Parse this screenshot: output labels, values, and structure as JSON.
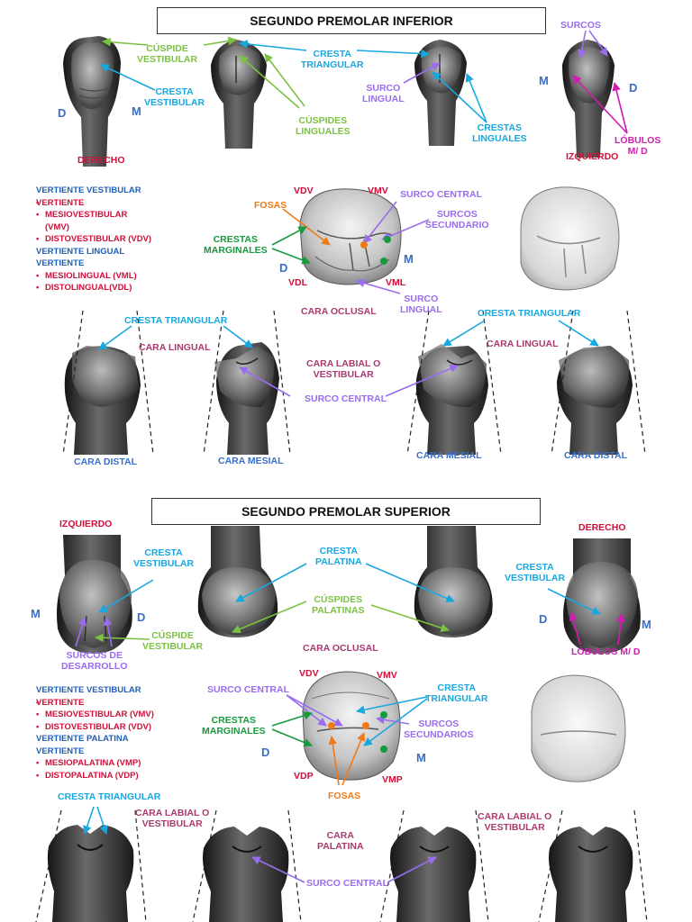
{
  "colors": {
    "blue_label": "#17a8e0",
    "green_label": "#7cc242",
    "purple_label": "#9a6cf0",
    "magenta_label": "#d21cb2",
    "red_label": "#d0103a",
    "orange_label": "#f07a1a",
    "dark_green": "#159a3c",
    "maroon_label": "#a83a6e",
    "axis_blue": "#3a6fc9"
  },
  "inferior": {
    "title": "SEGUNDO PREMOLAR INFERIOR",
    "labels": {
      "cuspide_vestibular": "CÚSPIDE\nVESTIBULAR",
      "cresta_triangular": "CRESTA\nTRIANGULAR",
      "cresta_vestibular": "CRESTA\nVESTIBULAR",
      "cuspides_linguales": "CÚSPIDES\nLINGUALES",
      "surco_lingual": "SURCO\nLINGUAL",
      "crestas_linguales": "CRESTAS\nLINGUALES",
      "surcos": "SURCOS",
      "lobulos": "LÓBULOS\nM/ D",
      "derecho": "DERECHO",
      "izquierdo": "IZQUIERDO",
      "d1": "D",
      "m1": "M",
      "m2": "M",
      "d2": "D",
      "fosas": "FOSAS",
      "vdv": "VDV",
      "vmv": "VMV",
      "surco_central": "SURCO CENTRAL",
      "surcos_secundario": "SURCOS\nSECUNDARIO",
      "crestas_marginales": "CRESTAS\nMARGINALES",
      "d_ocl": "D",
      "m_ocl": "M",
      "vdl": "VDL",
      "vml": "VML",
      "surco_lingual_ocl": "SURCO\nLINGUAL",
      "cara_oclusal": "CARA OCLUSAL",
      "cresta_triangular_left": "CRESTA TRIANGULAR",
      "cresta_triangular_right": "CRESTA TRIANGULAR",
      "cara_lingual_left": "CARA LINGUAL",
      "cara_lingual_right": "CARA LINGUAL",
      "cara_labial": "CARA LABIAL O\nVESTIBULAR",
      "surco_central_row": "SURCO CENTRAL",
      "cara_distal_left": "CARA DISTAL",
      "cara_mesial_left": "CARA MESIAL",
      "cara_mesial_right": "CARA MESIAL",
      "cara_distal_right": "CARA DISTAL"
    },
    "vertientes": {
      "vestibular_heading": "VERTIENTE VESTIBULAR",
      "vestibular_sub": "VERTIENTE",
      "vestibular_items": [
        "MESIOVESTIBULAR\n(VMV)",
        "DISTOVESTIBULAR (VDV)"
      ],
      "lingual_heading": "VERTIENTE LINGUAL",
      "lingual_sub": "VERTIENTE",
      "lingual_items": [
        "MESIOLINGUAL (VML)",
        "DISTOLINGUAL(VDL)"
      ]
    }
  },
  "superior": {
    "title": "SEGUNDO PREMOLAR SUPERIOR",
    "labels": {
      "izquierdo": "IZQUIERDO",
      "derecho": "DERECHO",
      "cresta_vestibular_left": "CRESTA\nVESTIBULAR",
      "cresta_palatina": "CRESTA\nPALATINA",
      "cresta_vestibular_right": "CRESTA\nVESTIBULAR",
      "cuspides_palatinas": "CÚSPIDES\nPALATINAS",
      "cuspide_vestibular": "CÚSPIDE\nVESTIBULAR",
      "surcos_desarrollo": "SURCOS DE\nDESARROLLO",
      "lobulos": "LÓBULOS M/ D",
      "m1": "M",
      "d1": "D",
      "d2": "D",
      "m2": "M",
      "cara_oclusal": "CARA OCLUSAL",
      "vdv": "VDV",
      "vmv": "VMV",
      "surco_central": "SURCO CENTRAL",
      "cresta_triangular": "CRESTA\nTRIANGULAR",
      "crestas_marginales": "CRESTAS\nMARGINALES",
      "surcos_secundarios": "SURCOS\nSECUNDARIOS",
      "d_ocl": "D",
      "m_ocl": "M",
      "vdp": "VDP",
      "vmp": "VMP",
      "fosas": "FOSAS",
      "cresta_triangular_row": "CRESTA TRIANGULAR",
      "cara_labial_left": "CARA LABIAL O\nVESTIBULAR",
      "cara_palatina": "CARA\nPALATINA",
      "cara_labial_right": "CARA LABIAL O\nVESTIBULAR",
      "surco_central_row": "SURCO CENTRAL"
    },
    "vertientes": {
      "vestibular_heading": "VERTIENTE VESTIBULAR",
      "vestibular_sub": "VERTIENTE",
      "vestibular_items": [
        "MESIOVESTIBULAR (VMV)",
        "DISTOVESTIBULAR (VDV)"
      ],
      "palatina_heading": "VERTIENTE PALATINA",
      "palatina_sub": "VERTIENTE",
      "palatina_items": [
        "MESIOPALATINA (VMP)",
        "DISTOPALATINA (VDP)"
      ]
    }
  }
}
